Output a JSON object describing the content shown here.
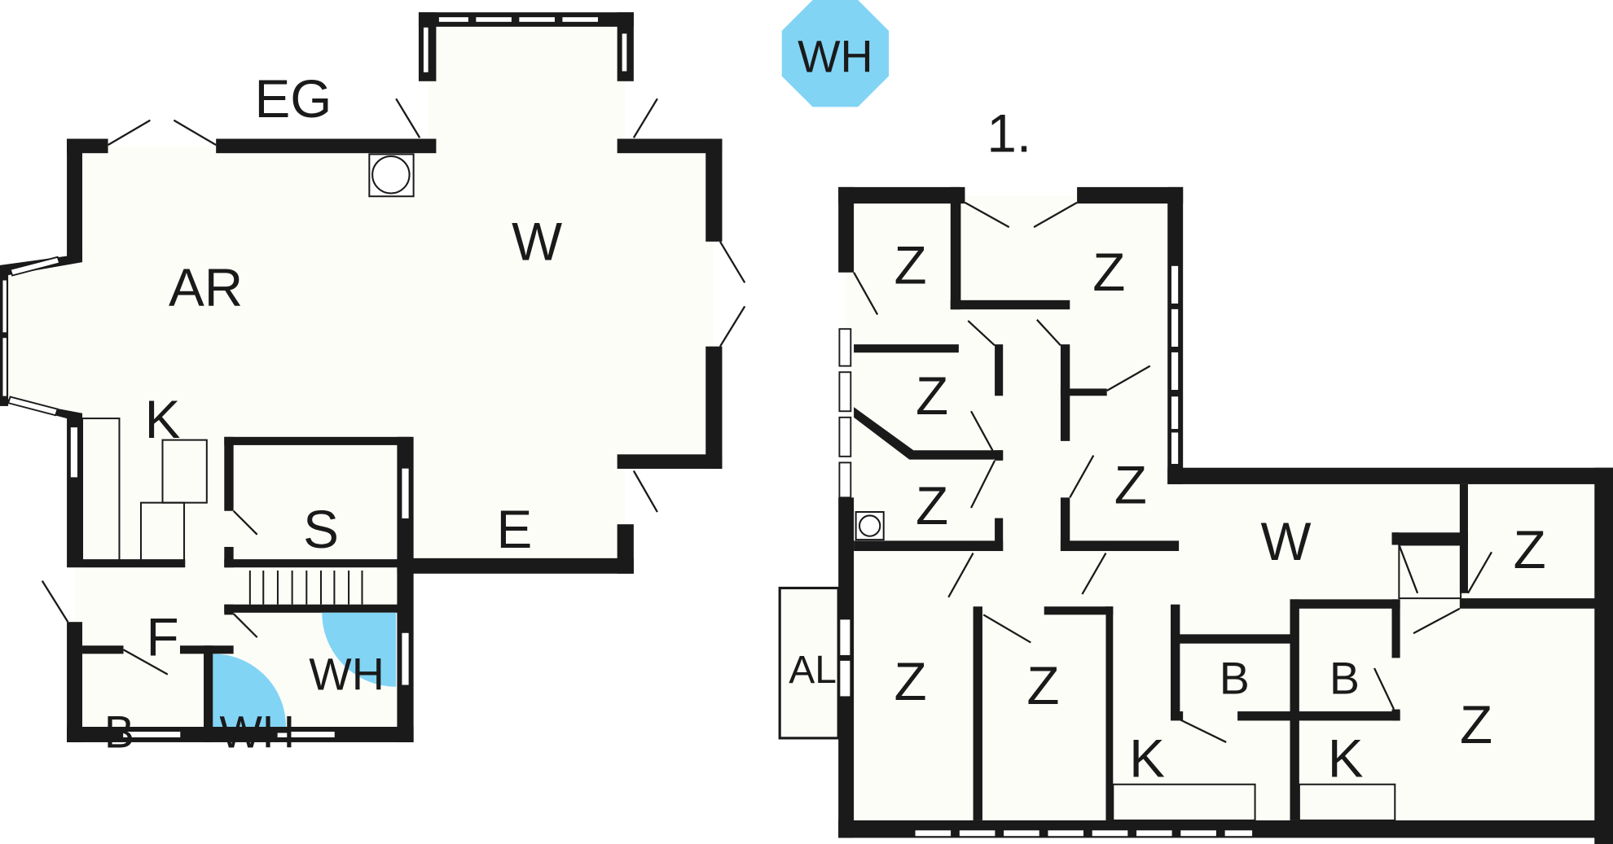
{
  "plan": {
    "colors": {
      "wall": "#1a1a1a",
      "floor": "#fdfdf8",
      "wet_room": "#82d4f5"
    },
    "legend_badge": "WH",
    "ground_floor": {
      "title": "EG",
      "rooms": {
        "ar": "AR",
        "w": "W",
        "k": "K",
        "s": "S",
        "e": "E",
        "f": "F",
        "b": "B",
        "wh1": "WH",
        "wh2": "WH"
      }
    },
    "first_floor": {
      "title": "1.",
      "rooms": {
        "z1": "Z",
        "z2": "Z",
        "z3": "Z",
        "z4": "Z",
        "z5": "Z",
        "w": "W",
        "z6": "Z",
        "z7": "Z",
        "z8": "Z",
        "b1": "B",
        "b2": "B",
        "z9": "Z",
        "k1": "K",
        "k2": "K",
        "al": "AL"
      }
    }
  }
}
